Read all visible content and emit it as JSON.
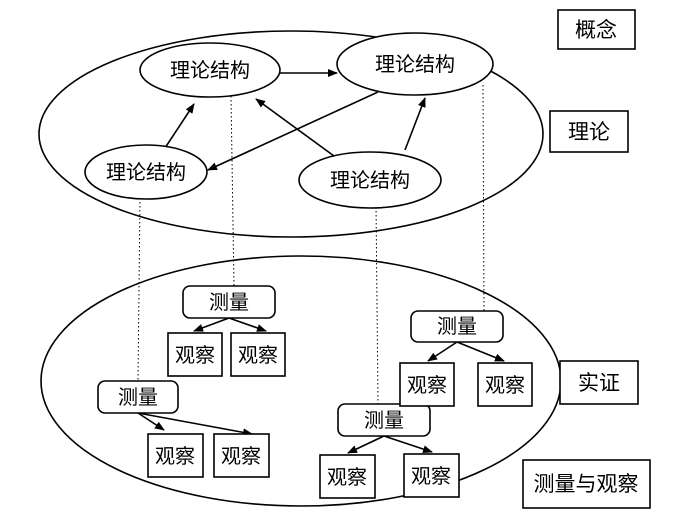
{
  "legend": {
    "concept": "概念",
    "theory": "理论",
    "empirical": "实证",
    "measure_observe": "测量与观察"
  },
  "theory_nodes": {
    "top_left": "理论结构",
    "top_right": "理论结构",
    "mid_left": "理论结构",
    "mid_right": "理论结构"
  },
  "measures": {
    "m1": "测量",
    "m2": "测量",
    "m3": "测量",
    "m4": "测量"
  },
  "observations": {
    "m1_a": "观察",
    "m1_b": "观察",
    "m2_a": "观察",
    "m2_b": "观察",
    "m3_a": "观察",
    "m3_b": "观察",
    "m4_a": "观察",
    "m4_b": "观察"
  }
}
